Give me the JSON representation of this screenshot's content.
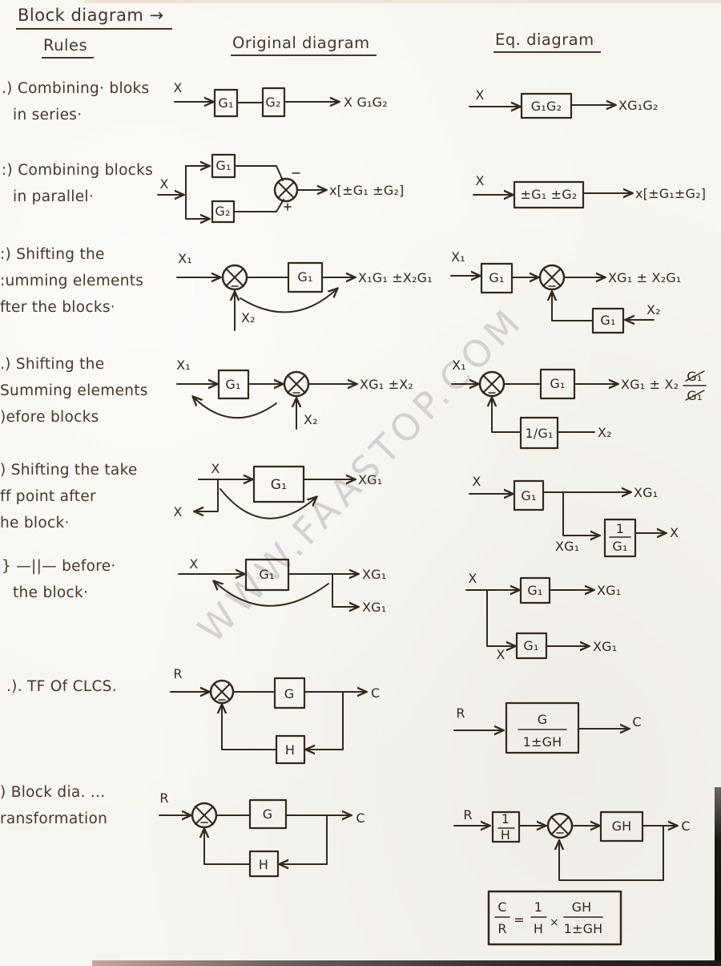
{
  "page": {
    "title": "Block diagram →",
    "watermark": "WWW.FAASTOP.COM",
    "headers": {
      "rules": "Rules",
      "original": "Original diagram",
      "eq": "Eq. diagram"
    }
  },
  "colors": {
    "ink": "#33291f",
    "rule_text": "#4a352b",
    "paper": "#f7f5f0",
    "watermark": "#a9a4a6"
  },
  "rules": [
    {
      "lines": [
        ".) Combining· bloks",
        "in series·"
      ]
    },
    {
      "lines": [
        ":) Combining blocks",
        "in parallel·"
      ]
    },
    {
      "lines": [
        ":) Shifting the",
        ":umming elements",
        "fter the blocks·"
      ]
    },
    {
      "lines": [
        ".) Shifting the",
        "Summing elements",
        ")efore blocks"
      ]
    },
    {
      "lines": [
        ") Shifting the take",
        "ff point after",
        "he block·"
      ]
    },
    {
      "lines": [
        "} —||— before·",
        "the block·"
      ]
    },
    {
      "lines": [
        ".). TF Of CLCS."
      ]
    },
    {
      "lines": [
        ") Block dia. ...",
        "ransformation"
      ]
    }
  ],
  "d": {
    "r1": {
      "o_in": "X",
      "o_b1": "G₁",
      "o_b2": "G₂",
      "o_out": "X G₁G₂",
      "e_in": "X",
      "e_b1": "G₁G₂",
      "e_out": "XG₁G₂"
    },
    "r2": {
      "o_in": "X",
      "o_b1": "G₁",
      "o_b2": "G₂",
      "o_out": "x[±G₁ ±G₂]",
      "e_in": "X",
      "e_b1": "±G₁ ±G₂",
      "e_out": "x[±G₁±G₂]"
    },
    "r3": {
      "o_in1": "X₁",
      "o_in2": "X₂",
      "o_b1": "G₁",
      "o_out": "X₁G₁ ±X₂G₁",
      "e_in1": "X₁",
      "e_b1": "G₁",
      "e_out": "XG₁ ± X₂G₁",
      "e_fb": "G₁",
      "e_in2": "X₂"
    },
    "r4": {
      "o_in1": "X₁",
      "o_b1": "G₁",
      "o_in2": "X₂",
      "o_out": "XG₁ ±X₂",
      "e_in1": "X₁",
      "e_b1": "G₁",
      "e_out": "XG₁ ± X₂",
      "e_frac_num": "G₁",
      "e_frac_den": "G₁",
      "e_fb": "1/G₁",
      "e_in2": "X₂"
    },
    "r5": {
      "o_in": "X",
      "o_tap": "X",
      "o_b1": "G₁",
      "o_out": "XG₁",
      "e_in": "X",
      "e_b1": "G₁",
      "e_out": "XG₁",
      "e_tap": "XG₁",
      "e_num": "1",
      "e_den": "G₁",
      "e_out2": "X"
    },
    "r6": {
      "o_in": "X",
      "o_b1": "G₁",
      "o_out1": "XG₁",
      "o_out2": "XG₁",
      "e_in": "X",
      "e_b1": "G₁",
      "e_out1": "XG₁",
      "e_tap": "X",
      "e_b2": "G₁",
      "e_out2": "XG₁"
    },
    "r7": {
      "o_in": "R",
      "o_b1": "G",
      "o_fb": "H",
      "o_out": "C",
      "e_in": "R",
      "e_num": "G",
      "e_den": "1±GH",
      "e_out": "C"
    },
    "r8": {
      "o_in": "R",
      "o_b1": "G",
      "o_fb": "H",
      "o_out": "C",
      "e_in": "R",
      "e_b1_num": "1",
      "e_b1_den": "H",
      "e_b2": "GH",
      "e_out": "C",
      "f_lhs_num": "C",
      "f_lhs_den": "R",
      "f_eq": "=",
      "f_num1": "1",
      "f_den1": "H",
      "f_times": "×",
      "f_num2": "GH",
      "f_den2": "1±GH"
    }
  }
}
